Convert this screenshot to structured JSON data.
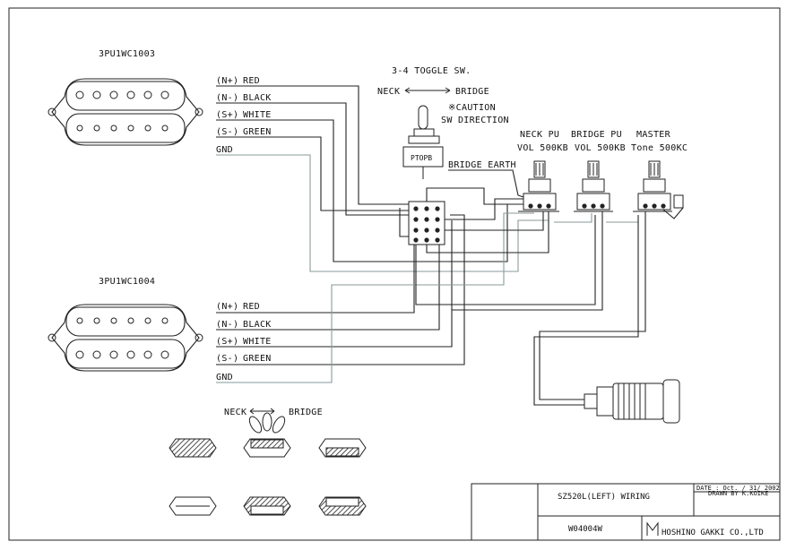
{
  "pickup_top": {
    "model": "3PU1WC1003",
    "wires": [
      {
        "code": "(N+)",
        "color": "RED"
      },
      {
        "code": "(N-)",
        "color": "BLACK"
      },
      {
        "code": "(S+)",
        "color": "WHITE"
      },
      {
        "code": "(S-)",
        "color": "GREEN"
      }
    ],
    "ground": "GND"
  },
  "pickup_bottom": {
    "model": "3PU1WC1004",
    "wires": [
      {
        "code": "(N+)",
        "color": "RED"
      },
      {
        "code": "(N-)",
        "color": "BLACK"
      },
      {
        "code": "(S+)",
        "color": "WHITE"
      },
      {
        "code": "(S-)",
        "color": "GREEN"
      }
    ],
    "ground": "GND"
  },
  "toggle": {
    "title": "3-4 TOGGLE SW.",
    "neck": "NECK",
    "bridge": "BRIDGE",
    "caution_line1": "※CAUTION",
    "caution_line2": "SW DIRECTION",
    "bridge_earth": "BRIDGE EARTH"
  },
  "pots": [
    {
      "name": "NECK PU",
      "value": "VOL 500KB"
    },
    {
      "name": "BRIDGE PU",
      "value": "VOL 500KB"
    },
    {
      "name": "MASTER",
      "value": "Tone 500KC"
    }
  ],
  "positions_legend": {
    "neck": "NECK",
    "bridge": "BRIDGE"
  },
  "title_block": {
    "title": "SZ520L(LEFT) WIRING",
    "date_label": "DATE : Oct. / 31/ 2002",
    "drawn_label": "DRAWN BY K.KOIKE",
    "drawing_no": "W04004W",
    "company": "HOSHINO GAKKI CO.,LTD"
  },
  "colors": {
    "ground_wire": "#8a9a9a",
    "ink": "#222222"
  }
}
